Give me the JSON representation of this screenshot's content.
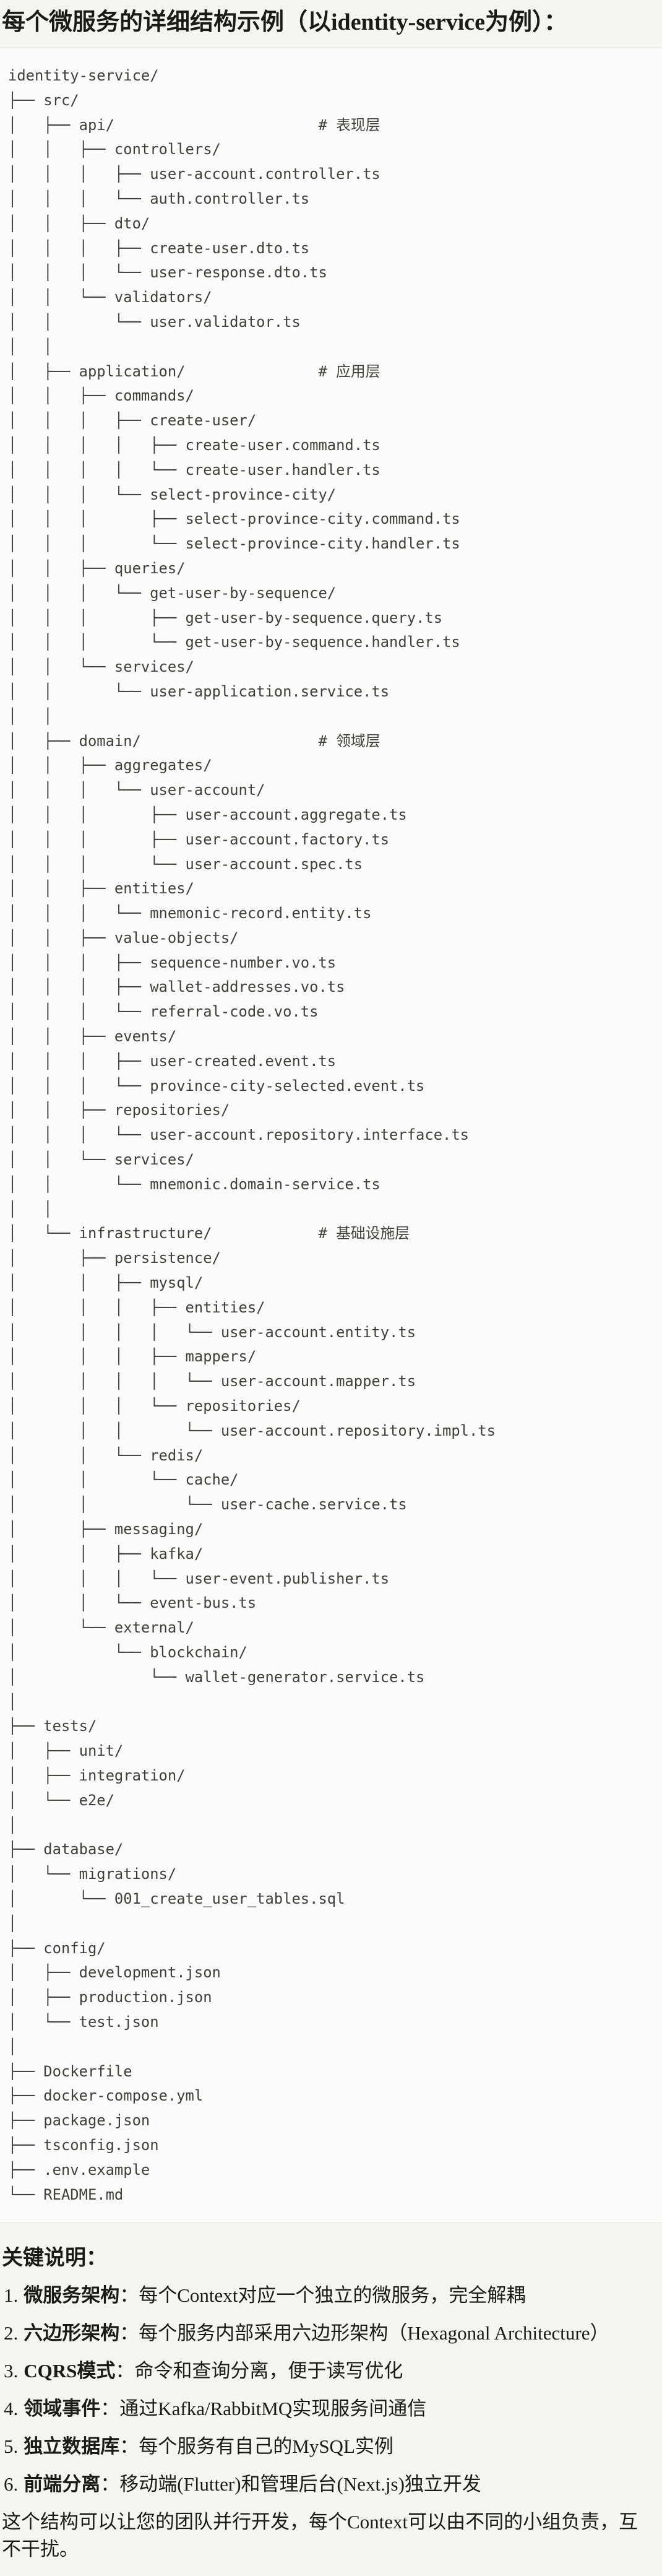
{
  "title": "每个微服务的详细结构示例（以identity-service为例）：",
  "code_block": {
    "tree_lines": [
      "identity-service/",
      "├── src/",
      "│   ├── api/                       # 表现层",
      "│   │   ├── controllers/",
      "│   │   │   ├── user-account.controller.ts",
      "│   │   │   └── auth.controller.ts",
      "│   │   ├── dto/",
      "│   │   │   ├── create-user.dto.ts",
      "│   │   │   └── user-response.dto.ts",
      "│   │   └── validators/",
      "│   │       └── user.validator.ts",
      "│   │",
      "│   ├── application/               # 应用层",
      "│   │   ├── commands/",
      "│   │   │   ├── create-user/",
      "│   │   │   │   ├── create-user.command.ts",
      "│   │   │   │   └── create-user.handler.ts",
      "│   │   │   └── select-province-city/",
      "│   │   │       ├── select-province-city.command.ts",
      "│   │   │       └── select-province-city.handler.ts",
      "│   │   ├── queries/",
      "│   │   │   └── get-user-by-sequence/",
      "│   │   │       ├── get-user-by-sequence.query.ts",
      "│   │   │       └── get-user-by-sequence.handler.ts",
      "│   │   └── services/",
      "│   │       └── user-application.service.ts",
      "│   │",
      "│   ├── domain/                    # 领域层",
      "│   │   ├── aggregates/",
      "│   │   │   └── user-account/",
      "│   │   │       ├── user-account.aggregate.ts",
      "│   │   │       ├── user-account.factory.ts",
      "│   │   │       └── user-account.spec.ts",
      "│   │   ├── entities/",
      "│   │   │   └── mnemonic-record.entity.ts",
      "│   │   ├── value-objects/",
      "│   │   │   ├── sequence-number.vo.ts",
      "│   │   │   ├── wallet-addresses.vo.ts",
      "│   │   │   └── referral-code.vo.ts",
      "│   │   ├── events/",
      "│   │   │   ├── user-created.event.ts",
      "│   │   │   └── province-city-selected.event.ts",
      "│   │   ├── repositories/",
      "│   │   │   └── user-account.repository.interface.ts",
      "│   │   └── services/",
      "│   │       └── mnemonic.domain-service.ts",
      "│   │",
      "│   └── infrastructure/            # 基础设施层",
      "│       ├── persistence/",
      "│       │   ├── mysql/",
      "│       │   │   ├── entities/",
      "│       │   │   │   └── user-account.entity.ts",
      "│       │   │   ├── mappers/",
      "│       │   │   │   └── user-account.mapper.ts",
      "│       │   │   └── repositories/",
      "│       │   │       └── user-account.repository.impl.ts",
      "│       │   └── redis/",
      "│       │       └── cache/",
      "│       │           └── user-cache.service.ts",
      "│       ├── messaging/",
      "│       │   ├── kafka/",
      "│       │   │   └── user-event.publisher.ts",
      "│       │   └── event-bus.ts",
      "│       └── external/",
      "│           └── blockchain/",
      "│               └── wallet-generator.service.ts",
      "│",
      "├── tests/",
      "│   ├── unit/",
      "│   ├── integration/",
      "│   └── e2e/",
      "│",
      "├── database/",
      "│   └── migrations/",
      "│       └── 001_create_user_tables.sql",
      "│",
      "├── config/",
      "│   ├── development.json",
      "│   ├── production.json",
      "│   └── test.json",
      "│",
      "├── Dockerfile",
      "├── docker-compose.yml",
      "├── package.json",
      "├── tsconfig.json",
      "├── .env.example",
      "└── README.md"
    ]
  },
  "notes": {
    "heading": "关键说明：",
    "items": [
      {
        "num": "1.",
        "term": "微服务架构",
        "rest": "：每个Context对应一个独立的微服务，完全解耦"
      },
      {
        "num": "2.",
        "term": "六边形架构",
        "rest": "：每个服务内部采用六边形架构（Hexagonal Architecture）"
      },
      {
        "num": "3.",
        "term": "CQRS模式",
        "rest": "：命令和查询分离，便于读写优化"
      },
      {
        "num": "4.",
        "term": "领域事件",
        "rest": "：通过Kafka/RabbitMQ实现服务间通信"
      },
      {
        "num": "5.",
        "term": "独立数据库",
        "rest": "：每个服务有自己的MySQL实例"
      },
      {
        "num": "6.",
        "term": "前端分离",
        "rest": "：移动端(Flutter)和管理后台(Next.js)独立开发"
      }
    ],
    "footer": "这个结构可以让您的团队并行开发，每个Context可以由不同的小组负责，互不干扰。"
  }
}
